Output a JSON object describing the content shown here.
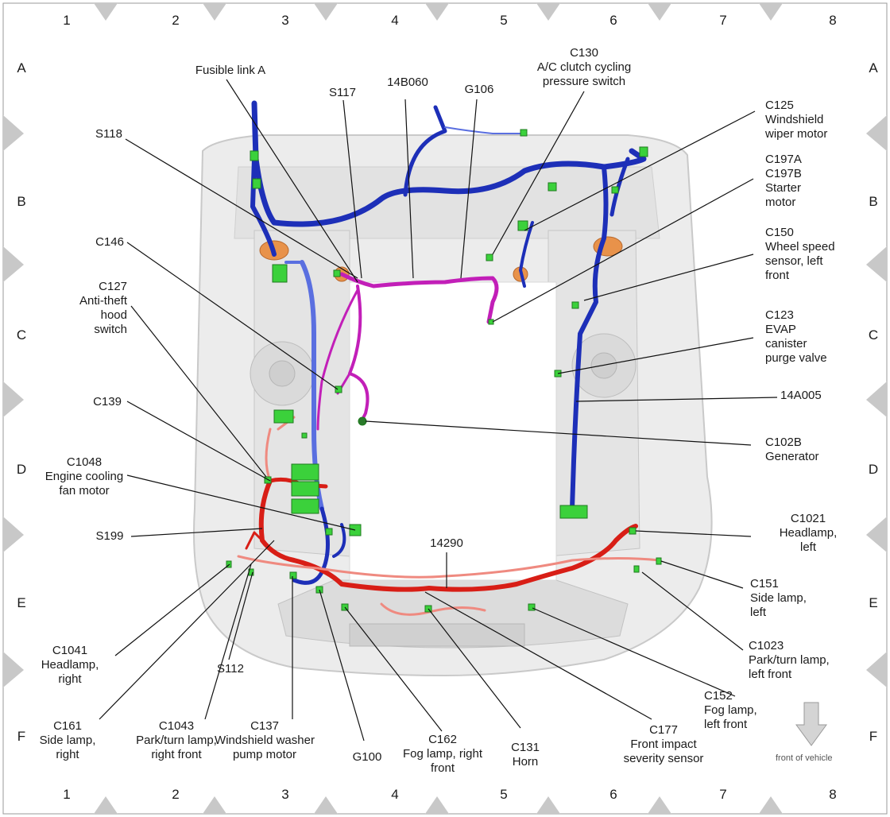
{
  "grid": {
    "columns": [
      "1",
      "2",
      "3",
      "4",
      "5",
      "6",
      "7",
      "8"
    ],
    "rows": [
      "A",
      "B",
      "C",
      "D",
      "E",
      "F"
    ]
  },
  "colors": {
    "harness_blue": "#1d2fb8",
    "harness_light_blue": "#5a6fe0",
    "harness_magenta": "#c21fb8",
    "harness_red": "#d81e16",
    "harness_light_red": "#ef8a80",
    "connector_green": "#3bd13b",
    "body_gray": "#e9e9e9",
    "orange_part": "#e8924a"
  },
  "labels": {
    "fusible_link_a": [
      "Fusible link A"
    ],
    "s117": [
      "S117"
    ],
    "l14b060": [
      "14B060"
    ],
    "g106": [
      "G106"
    ],
    "c130": [
      "C130",
      "A/C clutch cycling",
      "pressure switch"
    ],
    "s118": [
      "S118"
    ],
    "c125": [
      "C125",
      "Windshield",
      "wiper motor"
    ],
    "c197": [
      "C197A",
      "C197B",
      "Starter",
      "motor"
    ],
    "c146": [
      "C146"
    ],
    "c150": [
      "C150",
      "Wheel speed",
      "sensor, left",
      "front"
    ],
    "c127": [
      "C127",
      "Anti-theft",
      "hood",
      "switch"
    ],
    "c123": [
      "C123",
      "EVAP",
      "canister",
      "purge valve"
    ],
    "l14a005": [
      "14A005"
    ],
    "c139": [
      "C139"
    ],
    "c102b": [
      "C102B",
      "Generator"
    ],
    "c1048": [
      "C1048",
      "Engine cooling",
      "fan motor"
    ],
    "c1021": [
      "C1021",
      "Headlamp,",
      "left"
    ],
    "s199": [
      "S199"
    ],
    "l14290": [
      "14290"
    ],
    "c151": [
      "C151",
      "Side lamp,",
      "left"
    ],
    "c1041": [
      "C1041",
      "Headlamp,",
      "right"
    ],
    "c1023": [
      "C1023",
      "Park/turn lamp,",
      "left front"
    ],
    "s112": [
      "S112"
    ],
    "c152": [
      "C152",
      "Fog lamp,",
      "left front"
    ],
    "c161": [
      "C161",
      "Side lamp,",
      "right"
    ],
    "c1043": [
      "C1043",
      "Park/turn lamp,",
      "right front"
    ],
    "c137": [
      "C137",
      "Windshield washer",
      "pump motor"
    ],
    "g100": [
      "G100"
    ],
    "c162": [
      "C162",
      "Fog lamp, right",
      "front"
    ],
    "c131": [
      "C131",
      "Horn"
    ],
    "c177": [
      "C177",
      "Front impact",
      "severity sensor"
    ]
  },
  "front_of_vehicle": "front of vehicle"
}
